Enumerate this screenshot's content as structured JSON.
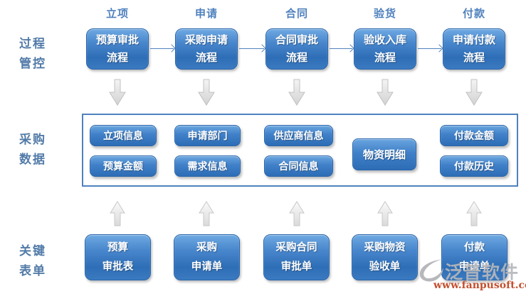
{
  "row_labels": {
    "process": {
      "line1": "过程",
      "line2": "管控"
    },
    "data": {
      "line1": "采购",
      "line2": "数据"
    },
    "forms": {
      "line1": "关键",
      "line2": "表单"
    }
  },
  "phases": [
    {
      "header": "立项",
      "process_line1": "预算审批",
      "process_line2": "流程",
      "data_items": [
        "立项信息",
        "预算金额"
      ],
      "form_line1": "预算",
      "form_line2": "审批表"
    },
    {
      "header": "申请",
      "process_line1": "采购申请",
      "process_line2": "流程",
      "data_items": [
        "申请部门",
        "需求信息"
      ],
      "form_line1": "采购",
      "form_line2": "申请单"
    },
    {
      "header": "合同",
      "process_line1": "合同审批",
      "process_line2": "流程",
      "data_items": [
        "供应商信息",
        "合同信息"
      ],
      "form_line1": "采购合同",
      "form_line2": "审批单"
    },
    {
      "header": "验货",
      "process_line1": "验收入库",
      "process_line2": "流程",
      "data_items": [
        "物资明细"
      ],
      "form_line1": "采购物资",
      "form_line2": "验收单"
    },
    {
      "header": "付款",
      "process_line1": "申请付款",
      "process_line2": "流程",
      "data_items": [
        "付款金额",
        "付款历史"
      ],
      "form_line1": "付款",
      "form_line2": "申请单"
    }
  ],
  "watermark": {
    "brand": "泛普软件",
    "url": "www.fanpusoft.com"
  },
  "colors": {
    "accent_blue": "#4f81bd",
    "box_border": "#2a66ac",
    "box_gradient_top": "#6ea9e2",
    "box_gradient_bottom": "#2e6eb6",
    "arrow_gray": "#d6d6d6",
    "watermark_gray": "#b5b7bb",
    "watermark_url_color": "#c3502f"
  }
}
